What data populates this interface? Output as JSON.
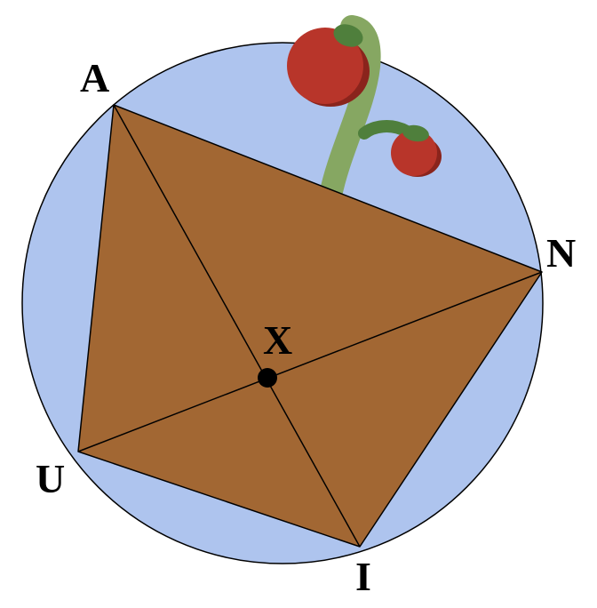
{
  "colors": {
    "circle_fill": "#aec4ee",
    "quad_fill": "#a26733",
    "stroke": "#000000",
    "stem": "#86a762",
    "leaf": "#4f7f3c",
    "tomato": "#b8352a",
    "tomato_shadow": "#8a241c"
  },
  "labels": {
    "a": "A",
    "n": "N",
    "u": "U",
    "i": "I",
    "x": "X"
  },
  "decoration": "tomato-plant"
}
